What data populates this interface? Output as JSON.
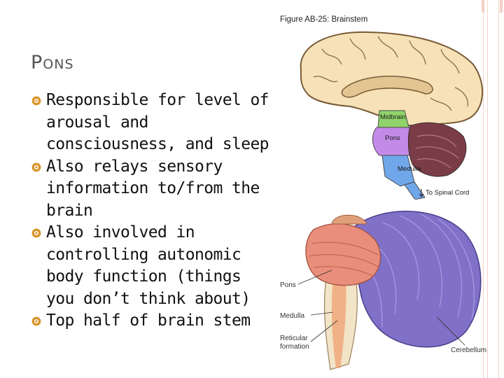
{
  "slide": {
    "title": "Pons",
    "bullets": [
      "Responsible for level of arousal and consciousness, and sleep",
      "Also relays sensory information to/from the brain",
      "Also involved in controlling autonomic body function (things you don’t think about)",
      "Top half of brain stem"
    ]
  },
  "figure1": {
    "caption": "Figure AB-25: Brainstem",
    "labels": {
      "midbrain": "Midbrain",
      "pons": "Pons",
      "medulla": "Medulla",
      "spinal": "To Spinal Cord"
    }
  },
  "figure2": {
    "labels": {
      "pons": "Pons",
      "medulla": "Medulla",
      "reticular_1": "Reticular",
      "reticular_2": "formation",
      "cerebellum": "Cerebellum"
    }
  },
  "colors": {
    "bullet_icon": "#d9952b",
    "title": "#555555",
    "accent_edge": "#f3d4cc",
    "midbrain": "#8fd36a",
    "pons_region": "#c48ae8",
    "medulla_region": "#6fa7ea",
    "cerebellum_region": "#7a3d48",
    "pons_3d": "#e88e7a",
    "cerebellum_3d": "#8070c8"
  },
  "icons": {
    "bullet": "gear-bullet-icon"
  }
}
